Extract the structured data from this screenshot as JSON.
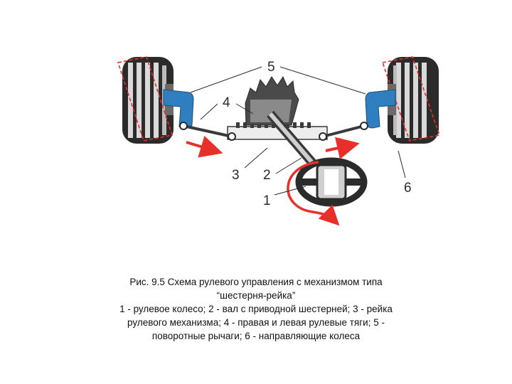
{
  "labels": {
    "n1": "1",
    "n2": "2",
    "n3": "3",
    "n4": "4",
    "n5": "5",
    "n6": "6"
  },
  "caption": {
    "line1": "Рис. 9.5 Схема рулевого управления с механизмом типа",
    "line2": "“шестерня-рейка”",
    "line3": "1 - рулевое колесо; 2 - вал с приводной шестерней; 3 - рейка",
    "line4": "рулевого механизма; 4 - правая и левая рулевые тяги; 5 -",
    "line5": "поворотные рычаги; 6 - направляющие колеса"
  },
  "colors": {
    "arm_blue": "#2f7fc0",
    "arrow_red": "#e8302a",
    "steel": "#3a3a3a",
    "tire_dark": "#2b2b2b",
    "tire_light": "#d9d9d9"
  }
}
